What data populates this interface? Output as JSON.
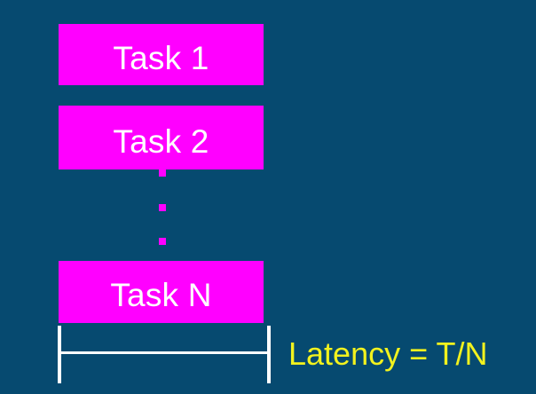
{
  "slide": {
    "background_color": "#064a70",
    "box_color": "#ff00ff",
    "box_text_color": "#ffffff",
    "bracket_color": "#ffffff",
    "annotation_color": "#f2f21e",
    "tasks": [
      {
        "label": "Task 1"
      },
      {
        "label": "Task 2"
      },
      {
        "label": "Task N"
      }
    ],
    "ellipsis": {
      "dot_count": 3,
      "marker": "square-dot"
    },
    "measurement": {
      "annotation": "Latency = T/N",
      "bracket": "span-bracket"
    }
  }
}
